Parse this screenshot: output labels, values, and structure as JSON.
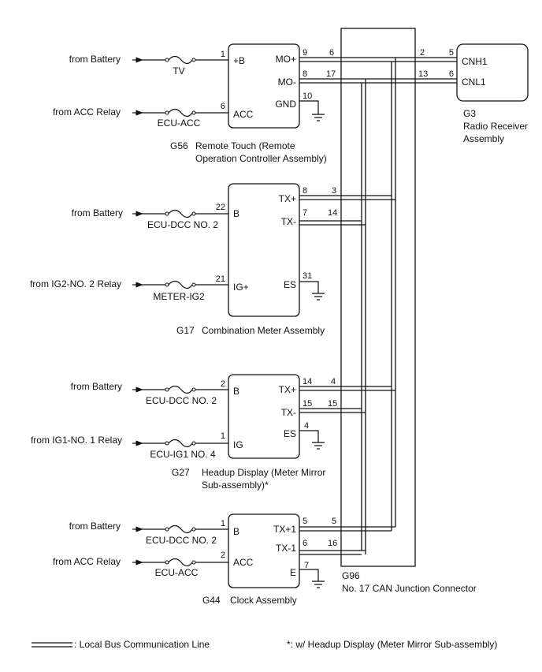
{
  "components": {
    "g56": {
      "code": "G56",
      "name_l1": "Remote Touch (Remote",
      "name_l2": "Operation Controller Assembly)",
      "pins": {
        "b": "+B",
        "acc": "ACC",
        "mop": "MO+",
        "mom": "MO-",
        "gnd": "GND"
      },
      "pin_nums": {
        "b": "1",
        "acc": "6",
        "mop": "9",
        "mom": "8",
        "gnd": "10"
      },
      "inputs": [
        {
          "source": "from Battery",
          "fuse": "TV"
        },
        {
          "source": "from ACC Relay",
          "fuse": "ECU-ACC"
        }
      ]
    },
    "g17": {
      "code": "G17",
      "name": "Combination Meter Assembly",
      "pins": {
        "b": "B",
        "ig": "IG+",
        "txp": "TX+",
        "txm": "TX-",
        "es": "ES"
      },
      "pin_nums": {
        "b": "22",
        "ig": "21",
        "txp": "8",
        "txm": "7",
        "es": "31"
      },
      "inputs": [
        {
          "source": "from Battery",
          "fuse": "ECU-DCC NO. 2"
        },
        {
          "source": "from IG2-NO. 2 Relay",
          "fuse": "METER-IG2"
        }
      ]
    },
    "g27": {
      "code": "G27",
      "name_l1": "Headup Display (Meter Mirror",
      "name_l2": "Sub-assembly)*",
      "pins": {
        "b": "B",
        "ig": "IG",
        "txp": "TX+",
        "txm": "TX-",
        "es": "ES"
      },
      "pin_nums": {
        "b": "2",
        "ig": "1",
        "txp": "14",
        "txm": "15",
        "es": "4"
      },
      "inputs": [
        {
          "source": "from Battery",
          "fuse": "ECU-DCC NO. 2"
        },
        {
          "source": "from IG1-NO. 1 Relay",
          "fuse": "ECU-IG1 NO. 4"
        }
      ]
    },
    "g44": {
      "code": "G44",
      "name": "Clock Assembly",
      "pins": {
        "b": "B",
        "acc": "ACC",
        "txp": "TX+1",
        "txm": "TX-1",
        "e": "E"
      },
      "pin_nums": {
        "b": "1",
        "acc": "2",
        "txp": "5",
        "txm": "6",
        "e": "7"
      },
      "inputs": [
        {
          "source": "from Battery",
          "fuse": "ECU-DCC NO. 2"
        },
        {
          "source": "from ACC Relay",
          "fuse": "ECU-ACC"
        }
      ]
    },
    "g3": {
      "code": "G3",
      "name_l1": "Radio Receiver",
      "name_l2": "Assembly",
      "pins": {
        "cnh": "CNH1",
        "cnl": "CNL1"
      },
      "pin_nums": {
        "cnh": "5",
        "cnl": "6"
      }
    },
    "g96": {
      "code": "G96",
      "name": "No. 17 CAN Junction Connector",
      "pins": {
        "g56_mop": "6",
        "g56_mom": "17",
        "g3_cnh": "2",
        "g3_cnl": "13",
        "g17_txp": "3",
        "g17_txm": "14",
        "g27_txp": "4",
        "g27_txm": "15",
        "g44_txp": "5",
        "g44_txm": "16"
      }
    }
  },
  "legend": {
    "bus_line": ": Local Bus Communication Line",
    "footnote": "*: w/ Headup Display (Meter Mirror Sub-assembly)"
  }
}
